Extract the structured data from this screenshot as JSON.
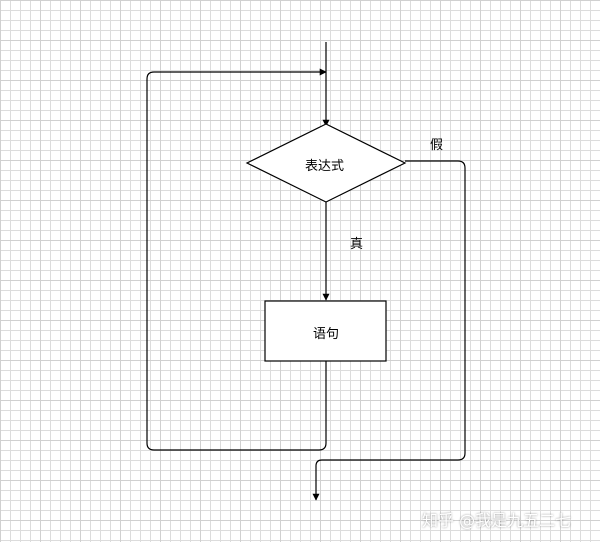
{
  "diagram": {
    "condition_label": "表达式",
    "statement_label": "语句",
    "true_label": "真",
    "false_label": "假"
  },
  "watermark": {
    "text": "知乎 @我是九五二七"
  },
  "colors": {
    "stroke": "#000000",
    "grid": "#dcdcdc",
    "fill": "#ffffff"
  }
}
